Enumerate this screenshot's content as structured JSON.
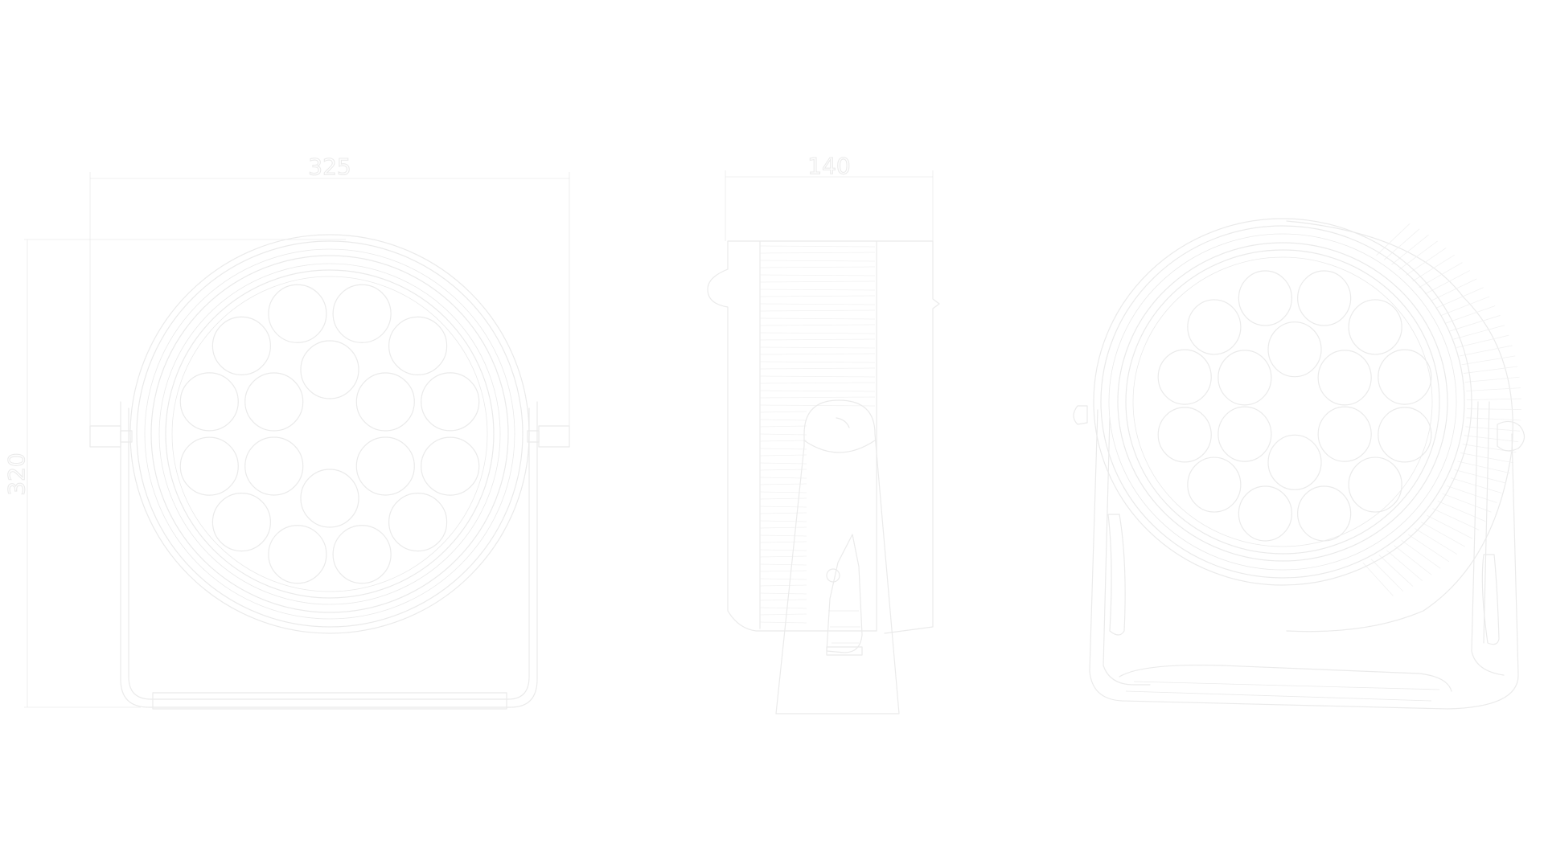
{
  "dimensions": {
    "front_width": "325",
    "front_height": "320",
    "side_depth": "140"
  },
  "colors": {
    "background": "#ffffff",
    "line": "#ebebeb",
    "line_light": "#f2f2f2"
  }
}
